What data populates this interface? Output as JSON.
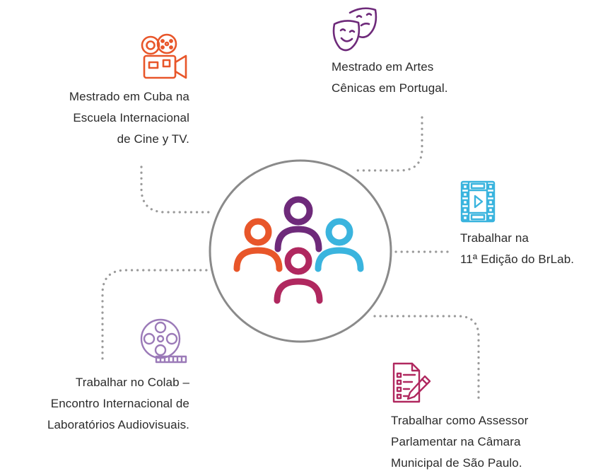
{
  "colors": {
    "orange": "#E8562A",
    "purple": "#6E2A7A",
    "blue": "#3AB4DE",
    "magenta": "#B0285F",
    "lavender": "#9B7AB8",
    "gray_ring": "#8A8A8A",
    "dots": "#9A9A9A",
    "text": "#2b2b2b"
  },
  "items": {
    "cuba": {
      "icon": "film-camera-icon",
      "lines": [
        "Mestrado em Cuba na",
        "Escuela Internacional",
        "de Cine y TV."
      ]
    },
    "portugal": {
      "icon": "theater-masks-icon",
      "lines": [
        "Mestrado em Artes",
        "Cênicas em Portugal."
      ]
    },
    "brlab": {
      "icon": "film-strip-play-icon",
      "lines": [
        "Trabalhar na",
        "11ª Edição do BrLab."
      ]
    },
    "colab": {
      "icon": "film-reel-icon",
      "lines": [
        "Trabalhar no Colab –",
        "Encontro Internacional de",
        "Laboratórios Audiovisuais."
      ]
    },
    "assessor": {
      "icon": "document-pencil-icon",
      "lines": [
        "Trabalhar como Assessor",
        "Parlamentar na Câmara",
        "Municipal de São Paulo."
      ]
    }
  },
  "center": {
    "icon": "people-group-icon"
  }
}
